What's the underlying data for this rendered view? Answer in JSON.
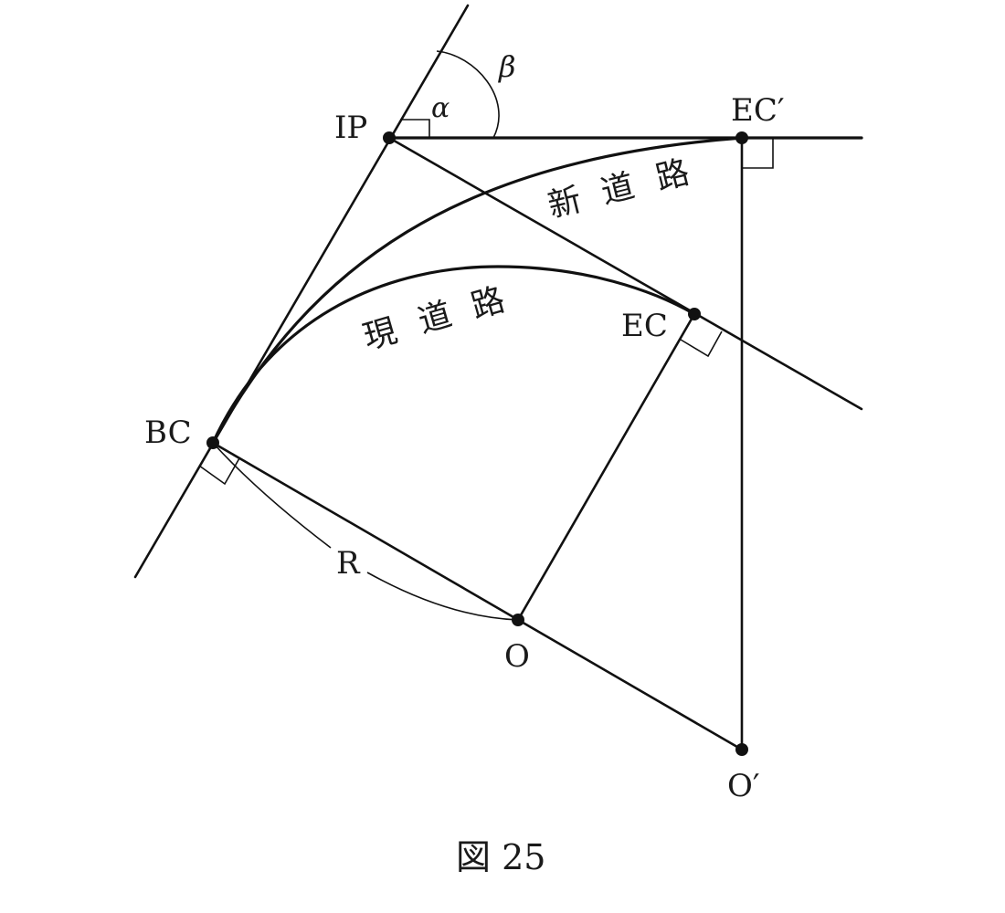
{
  "figure": {
    "caption": "図 25",
    "points": {
      "ip": "IP",
      "bc": "BC",
      "ec": "EC",
      "ec_prime": "EC′",
      "o": "O",
      "o_prime": "O′"
    },
    "angles": {
      "alpha": "α",
      "beta": "β"
    },
    "radius_label": "R",
    "roads": {
      "new_road": [
        "新",
        "道",
        "路"
      ],
      "current_road": [
        "現",
        "道",
        "路"
      ]
    }
  }
}
